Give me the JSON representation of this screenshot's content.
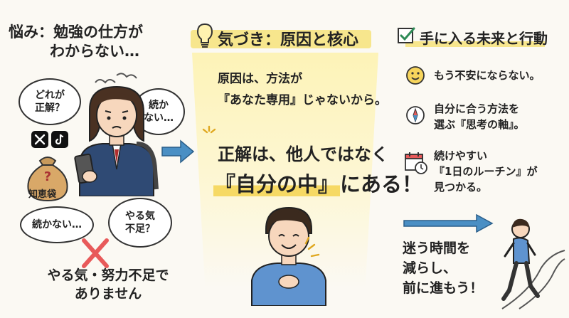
{
  "left": {
    "heading_line1": "悩み：勉強の仕方が",
    "heading_line2": "わからない…",
    "bubble_which": "どれが\n正解？",
    "bubble_cant": "続か\nない…",
    "bubble_cant2": "続かない…",
    "bubble_motivation": "やる気\n不足？",
    "bag_label": "知恵袋",
    "bottom_line1": "やる気・努力不足で",
    "bottom_line2": "ありません"
  },
  "middle": {
    "heading": "気づき：原因と核心",
    "cause_line1": "原因は、方法が",
    "cause_line2": "『あなた専用』じゃないから。",
    "core_line1_a": "正解",
    "core_line1_b": "は、他人ではなく",
    "core_line2_a": "『自分の中』",
    "core_line2_b": "にある！"
  },
  "right": {
    "heading": "手に入る未来と行動",
    "item1": "もう不安にならない。",
    "item2_line1": "自分に合う方法を",
    "item2_line2": "選ぶ『思考の軸』。",
    "item3_line1": "続けやすい",
    "item3_line2": "『1日のルーチン』が",
    "item3_line3": "見つかる。",
    "action_line1": "迷う時間を",
    "action_line2": "減らし、",
    "action_line3": "前に進もう！"
  },
  "colors": {
    "highlight": "#f7e68d",
    "blue_arrow": "#4a8fc4",
    "cross": "#e85a5a",
    "check": "#2e8b57"
  }
}
